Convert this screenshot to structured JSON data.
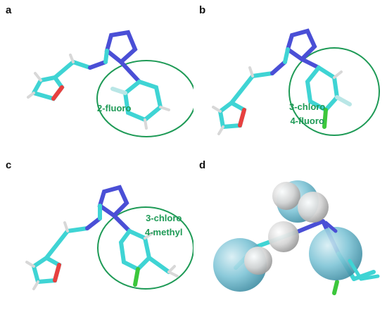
{
  "panels": [
    {
      "id": "a",
      "label": "a",
      "annotation_lines": [
        "2-fluoro"
      ]
    },
    {
      "id": "b",
      "label": "b",
      "annotation_lines": [
        "3-chloro",
        "4-fluoro"
      ]
    },
    {
      "id": "c",
      "label": "c",
      "annotation_lines": [
        "3-chloro",
        "4-methyl"
      ]
    },
    {
      "id": "d",
      "label": "d",
      "annotation_lines": []
    }
  ],
  "colors": {
    "carbon": "#3fd4d4",
    "carbon_dark": "#1e9c9c",
    "nitrogen": "#4a4fd6",
    "oxygen": "#e8403f",
    "fluorine": "#b9e6e6",
    "chlorine": "#3cc73c",
    "hydrogen": "#d8d8d8",
    "highlight_ellipse": "#1e9a56",
    "sphere_fill": "#7ec4d6"
  }
}
